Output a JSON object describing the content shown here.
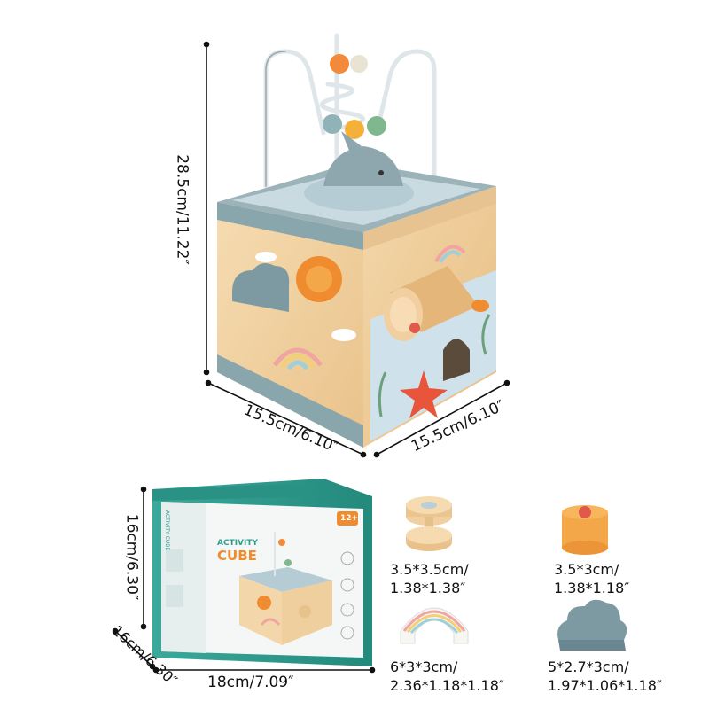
{
  "dimensions": {
    "cube_height": "28.5cm/11.22″",
    "cube_width_left": "15.5cm/6.10″",
    "cube_width_right": "15.5cm/6.10″",
    "box_height": "16cm/6.30″",
    "box_depth": "16cm/6.30″",
    "box_width": "18cm/7.09″"
  },
  "box_print": {
    "title_line1": "ACTIVITY",
    "title_line2": "CUBE",
    "spine_text": "ACTIVITY CUBE",
    "age_badge": "12+"
  },
  "parts": [
    {
      "name": "roller",
      "line1": "3.5*3.5cm/",
      "line2": "1.38*1.38″"
    },
    {
      "name": "sun-block",
      "line1": "3.5*3cm/",
      "line2": "1.38*1.18″"
    },
    {
      "name": "rainbow",
      "line1": "6*3*3cm/",
      "line2": "2.36*1.18*1.18″"
    },
    {
      "name": "cloud",
      "line1": "5*2.7*3cm/",
      "line2": "1.97*1.06*1.18″"
    }
  ],
  "colors": {
    "wood": "#f1d3a4",
    "wood_dark": "#e4b97e",
    "frame_blue": "#8aa6ad",
    "sky_panel": "#c9dfe8",
    "box_teal": "#2f9e90",
    "sun_orange": "#f08c30",
    "cloud_grey": "#7d9aa3"
  }
}
